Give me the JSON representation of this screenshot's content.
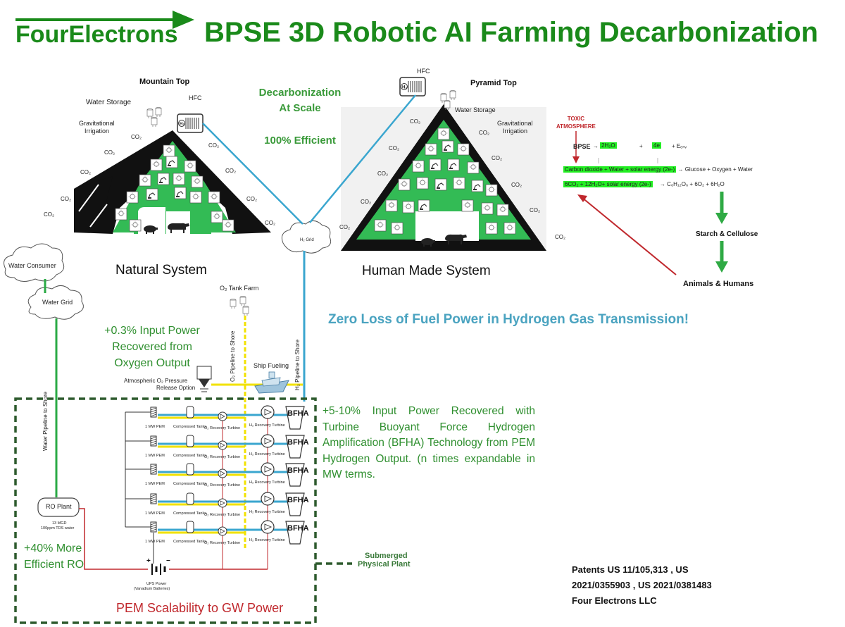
{
  "header": {
    "logo_text": "FourElectrons",
    "title": "BPSE 3D Robotic AI Farming Decarbonization"
  },
  "natural": {
    "mountain_top": "Mountain Top",
    "hfc": "HFC",
    "water_storage": "Water Storage",
    "grav_line1": "Gravitational",
    "grav_line2": "Irrigation",
    "system_label": "Natural System"
  },
  "human": {
    "hfc": "HFC",
    "pyramid_top": "Pyramid Top",
    "water_storage": "Water Storage",
    "grav_line1": "Gravitational",
    "grav_line2": "Irrigation",
    "system_label": "Human Made System"
  },
  "center": {
    "decarb_line1": "Decarbonization",
    "decarb_line2": "At Scale",
    "efficient": "100% Efficient",
    "h2_grid": "H₂ Grid"
  },
  "co2_label": "CO₂",
  "equation": {
    "toxic_line1": "TOXIC",
    "toxic_line2": "ATMOSPHERE",
    "bpse": "BPSE",
    "water_term": "2H₂O",
    "plus1": "+",
    "electron_term": "4e",
    "energy_term": "+ Eₑₙᵥ",
    "photo_line1": "Carbon dioxide + Water  + solar energy (2e-)",
    "photo_result1": "→ Glucose + Oxygen + Water",
    "photo_line2": "6CO₂ + 12H₂O+ solar energy (2e-)",
    "photo_result2": "→    C₆H₁₂O₆ + 6O₂ + 6H₂O",
    "starch": "Starch & Cellulose",
    "animals": "Animals & Humans"
  },
  "left": {
    "water_consumer": "Water Consumer",
    "water_grid": "Water Grid",
    "water_pipeline": "Water Pipeline to Shore",
    "ro_plant": "RO Plant",
    "ro_spec1": "13 MGD",
    "ro_spec2": "100ppm TDS water",
    "ro_efficiency_line1": "+40% More",
    "ro_efficiency_line2": "Efficient RO"
  },
  "oxygen": {
    "tank_farm": "O₂ Tank Farm",
    "recovered_line1": "+0.3% Input Power",
    "recovered_line2": "Recovered from",
    "recovered_line3": "Oxygen Output",
    "pressure_line1": "Atmospheric O₂  Pressure",
    "pressure_line2": "Release Option",
    "o2_pipeline": "O₂ Pipeline to Shore",
    "h2_pipeline": "H₂ Pipeline to Shore",
    "ship_fueling": "Ship Fueling"
  },
  "highlights": {
    "zero_loss": "Zero Loss of Fuel Power in Hydrogen Gas Transmission!",
    "bfha_text": "+5-10% Input Power Recovered with Turbine Buoyant Force Hydrogen Amplification (BFHA) Technology from PEM Hydrogen Output. (n times expandable in MW terms.",
    "pem_scalability": "PEM Scalability to GW Power",
    "submerged_line1": "Submerged",
    "submerged_line2": "Physical Plant"
  },
  "plant": {
    "pem_label": "1 MW PEM",
    "tanks_label": "Compressed Tanks",
    "o2_turbine": "O₂ Recovery Turbine",
    "h2_turbine": "H₂ Recovery Turbine",
    "bfha": "BFHA",
    "ups_line1": "UPS Power",
    "ups_line2": "(Vanadium Batteries)",
    "plus": "+",
    "minus": "−"
  },
  "patents": {
    "line1": "Patents US 11/105,313 , US",
    "line2": "2021/0355903 , US 2021/0381483",
    "line3": "Four Electrons LLC"
  },
  "colors": {
    "green": "#2f8f2f",
    "dark_green": "#1a8a1a",
    "blue_pipe": "#3aa6cf",
    "yellow_pipe": "#f2e200",
    "red_wire": "#c0282d",
    "water_green": "#2aaa44",
    "pyramid_fill": "#33bb55"
  },
  "icons": [
    "lightbulb-icon",
    "robot-icon",
    "cow-icon",
    "pig-icon",
    "hydrogen-fuel-cell-icon",
    "water-tank-icon",
    "cloud-icon",
    "ship-icon",
    "battery-icon",
    "turbine-icon",
    "pem-stack-icon"
  ]
}
